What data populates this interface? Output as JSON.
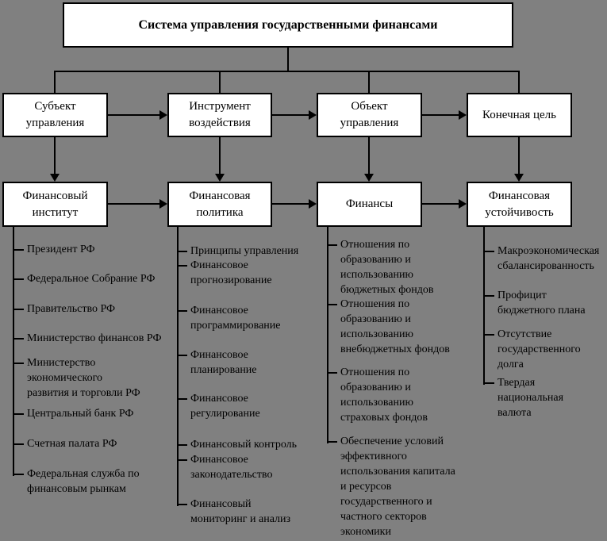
{
  "diagram": {
    "title": "Система управления государственными финансами",
    "colors": {
      "background": "#808080",
      "box_fill": "#ffffff",
      "line": "#000000"
    },
    "row_top": [
      {
        "label": "Субъект\nуправления"
      },
      {
        "label": "Инструмент\nвоздействия"
      },
      {
        "label": "Объект\nуправления"
      },
      {
        "label": "Конечная цель"
      }
    ],
    "row_mid": [
      {
        "label": "Финансовый\nинститут"
      },
      {
        "label": "Финансовая\nполитика"
      },
      {
        "label": "Финансы"
      },
      {
        "label": "Финансовая\nустойчивость"
      }
    ],
    "lists": [
      {
        "parent": "Финансовый институт",
        "items": [
          "Президент РФ",
          "Федеральное Собрание РФ",
          "Правительство РФ",
          "Министерство финансов РФ",
          "Министерство\nэкономического\nразвития и торговли РФ",
          "Центральный банк РФ",
          "Счетная палата РФ",
          "Федеральная служба по\nфинансовым рынкам"
        ]
      },
      {
        "parent": "Финансовая политика",
        "items": [
          "Принципы управления",
          "Финансовое\nпрогнозирование",
          "Финансовое\nпрограммирование",
          "Финансовое\nпланирование",
          "Финансовое\nрегулирование",
          "Финансовый контроль",
          "Финансовое\nзаконодательство",
          "Финансовый\nмониторинг и анализ"
        ]
      },
      {
        "parent": "Финансы",
        "items": [
          "Отношения по\nобразованию и\nиспользованию\nбюджетных фондов",
          "Отношения по\nобразованию и\nиспользованию\nвнебюджетных фондов",
          "Отношения по\nобразованию и\nиспользованию\nстраховых фондов",
          "Обеспечение условий\nэффективного\nиспользования капитала\nи ресурсов\nгосударственного и\nчастного секторов\nэкономики"
        ]
      },
      {
        "parent": "Финансовая устойчивость",
        "items": [
          "Макроэкономическая\nсбалансированность",
          "Профицит\nбюджетного плана",
          "Отсутствие\nгосударственного\nдолга",
          "Твердая\nнациональная\nвалюта"
        ]
      }
    ]
  }
}
